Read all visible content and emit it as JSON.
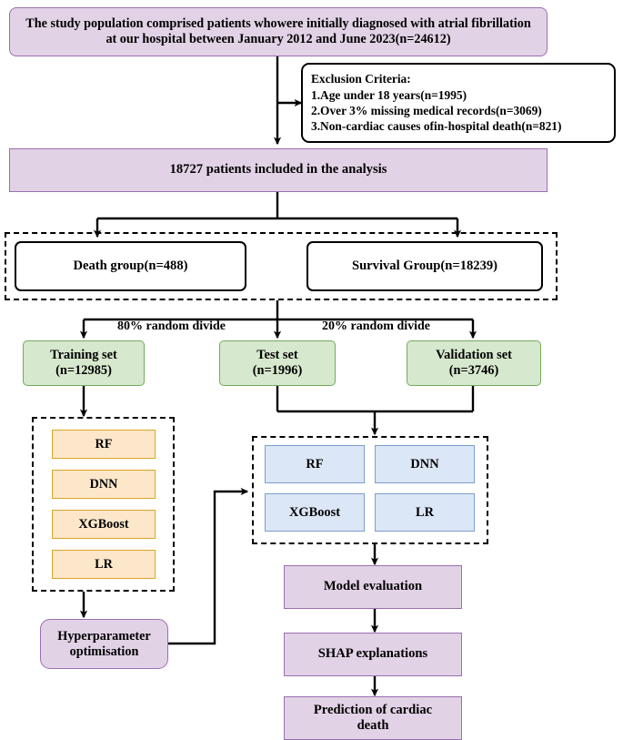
{
  "title": "Study flowchart: AF patient cohort, machine-learning model development and evaluation",
  "colors": {
    "purple_fill": "#e2d2e6",
    "purple_border": "#9a6fb0",
    "green_fill": "#d6e8cd",
    "green_border": "#74ab5c",
    "orange_fill": "#fde7cb",
    "orange_border": "#dba521",
    "blue_fill": "#dbe6f6",
    "blue_border": "#7d9ed0",
    "white_fill": "#ffffff",
    "arrow": "#000000"
  },
  "nodes": {
    "population": "The study population comprised patients whowere initially diagnosed with atrial fibrillation at our hospital between January 2012 and June 2023(n=24612)",
    "exclusion": {
      "heading": "Exclusion Criteria:",
      "items": [
        "1.Age under 18 years(n=1995)",
        "2.Over 3% missing medical records(n=3069)",
        "3.Non-cardiac causes ofin-hospital death(n=821)"
      ]
    },
    "included": "18727 patients included in the analysis",
    "death_group": "Death group(n=488)",
    "survival_group": "Survival Group(n=18239)",
    "training_set": "Training set\n(n=12985)",
    "training_set_line1": "Training set",
    "training_set_line2": "(n=12985)",
    "test_set_line1": "Test set",
    "test_set_line2": "(n=1996)",
    "validation_set_line1": "Validation set",
    "validation_set_line2": "(n=3746)",
    "train_models": [
      "RF",
      "DNN",
      "XGBoost",
      "LR"
    ],
    "eval_models": [
      "RF",
      "DNN",
      "XGBoost",
      "LR"
    ],
    "hyperparameter_line1": "Hyperparameter",
    "hyperparameter_line2": "optimisation",
    "model_evaluation": "Model evaluation",
    "shap": "SHAP explanations",
    "prediction_line1": "Prediction of cardiac",
    "prediction_line2": "death"
  },
  "edge_labels": {
    "split_80": "80% random divide",
    "split_20": "20% random divide"
  }
}
